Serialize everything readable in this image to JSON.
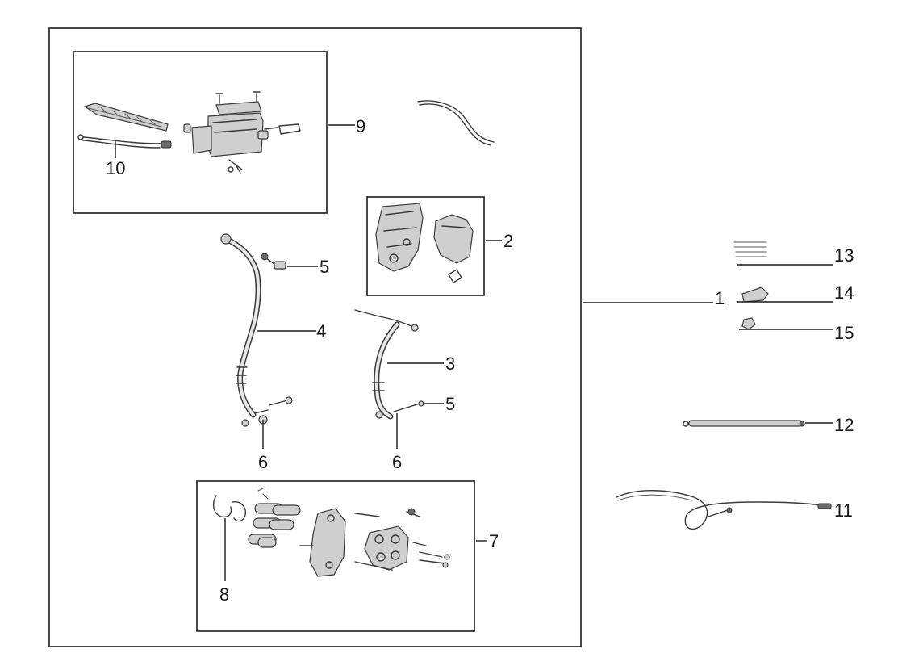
{
  "diagram": {
    "callouts": {
      "c1": "1",
      "c2": "2",
      "c3": "3",
      "c4": "4",
      "c5a": "5",
      "c5b": "5",
      "c6a": "6",
      "c6b": "6",
      "c7": "7",
      "c8": "8",
      "c9": "9",
      "c10": "10",
      "c11": "11",
      "c12": "12",
      "c13": "13",
      "c14": "14",
      "c15": "15"
    },
    "colors": {
      "line": "#1a1a1a",
      "part": "#3a3a3a",
      "fill": "#cfcfcf",
      "background": "#ffffff"
    }
  }
}
